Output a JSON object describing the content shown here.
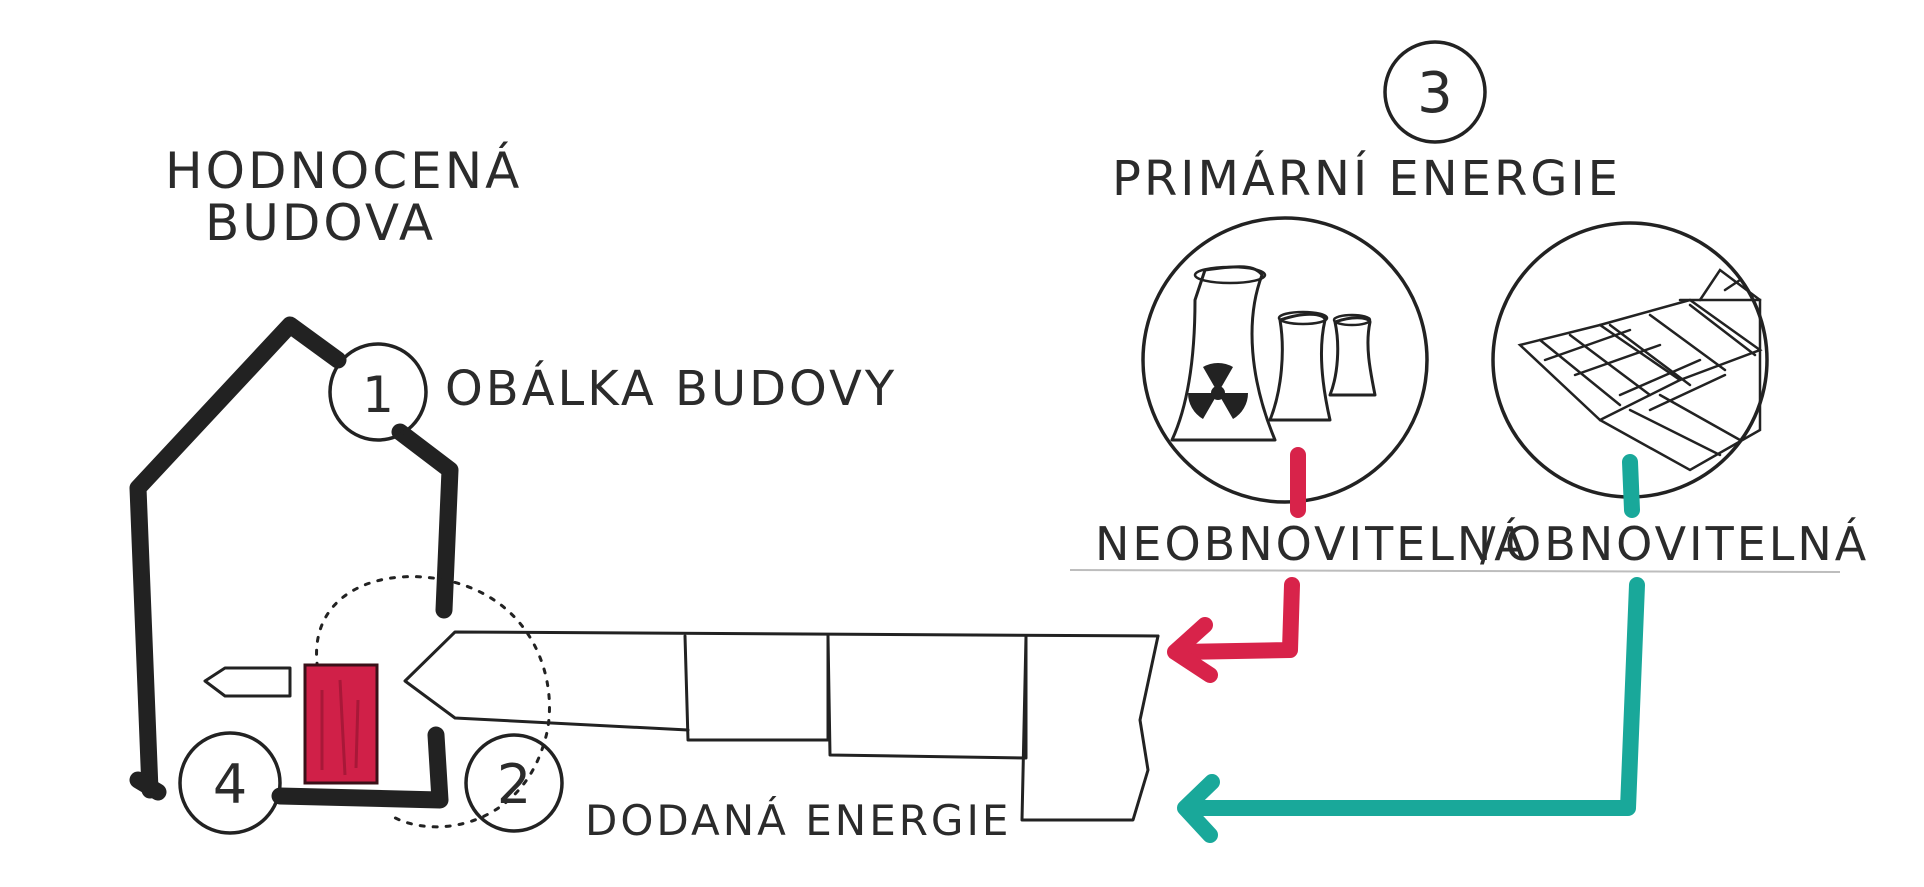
{
  "title": {
    "line1": "HODNOCENÁ",
    "line2": "BUDOVA"
  },
  "labels": {
    "envelope": "OBÁLKA BUDOVY",
    "delivered": "DODANÁ ENERGIE",
    "primary": "PRIMÁRNÍ ENERGIE",
    "non_renewable": "NEOBNOVITELNÁ",
    "separator": "/",
    "renewable": "OBNOVITELNÁ"
  },
  "markers": {
    "m1": "1",
    "m2": "2",
    "m3": "3",
    "m4": "4"
  },
  "icons": {
    "power_plant": "nuclear-power-plant-icon",
    "solar_panels": "solar-panel-icon",
    "radiation": "radiation-icon"
  },
  "colors": {
    "ink": "#222222",
    "wall": "#2a2a2a",
    "non_renewable": "#d8234a",
    "renewable": "#19a89a",
    "source_unit": "#d02048"
  }
}
